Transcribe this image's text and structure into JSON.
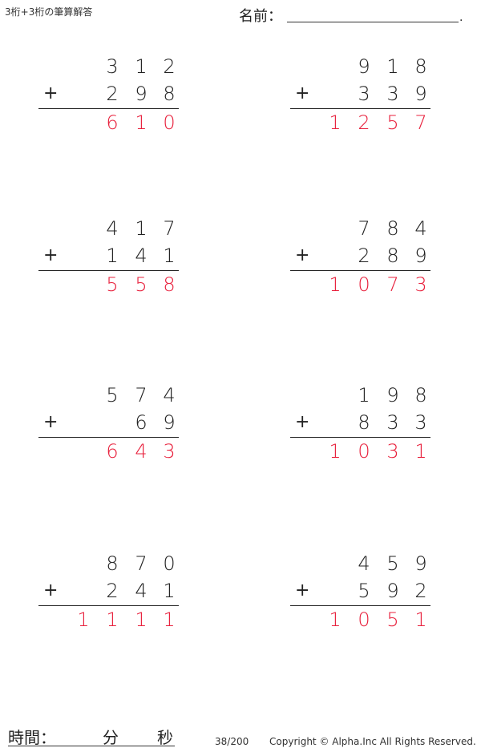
{
  "header": {
    "title": "3桁+3桁の筆算解答",
    "name_label": "名前：",
    "name_dot": "."
  },
  "problems": [
    {
      "top": [
        "3",
        "1",
        "2"
      ],
      "bottom": [
        "2",
        "9",
        "8"
      ],
      "answer": [
        "6",
        "1",
        "0"
      ]
    },
    {
      "top": [
        "9",
        "1",
        "8"
      ],
      "bottom": [
        "3",
        "3",
        "9"
      ],
      "answer": [
        "1",
        "2",
        "5",
        "7"
      ]
    },
    {
      "top": [
        "4",
        "1",
        "7"
      ],
      "bottom": [
        "1",
        "4",
        "1"
      ],
      "answer": [
        "5",
        "5",
        "8"
      ]
    },
    {
      "top": [
        "7",
        "8",
        "4"
      ],
      "bottom": [
        "2",
        "8",
        "9"
      ],
      "answer": [
        "1",
        "0",
        "7",
        "3"
      ]
    },
    {
      "top": [
        "5",
        "7",
        "4"
      ],
      "bottom": [
        "6",
        "9"
      ],
      "answer": [
        "6",
        "4",
        "3"
      ]
    },
    {
      "top": [
        "1",
        "9",
        "8"
      ],
      "bottom": [
        "8",
        "3",
        "3"
      ],
      "answer": [
        "1",
        "0",
        "3",
        "1"
      ]
    },
    {
      "top": [
        "8",
        "7",
        "0"
      ],
      "bottom": [
        "2",
        "4",
        "1"
      ],
      "answer": [
        "1",
        "1",
        "1",
        "1"
      ]
    },
    {
      "top": [
        "4",
        "5",
        "9"
      ],
      "bottom": [
        "5",
        "9",
        "2"
      ],
      "answer": [
        "1",
        "0",
        "5",
        "1"
      ]
    }
  ],
  "plus_sign": "+",
  "footer": {
    "time_label": "時間：",
    "minutes_label": "分",
    "seconds_label": "秒",
    "page": "38/200",
    "copyright": "Copyright © Alpha.Inc All Rights Reserved."
  },
  "colors": {
    "answer": "#e8203c",
    "text": "#222222"
  }
}
